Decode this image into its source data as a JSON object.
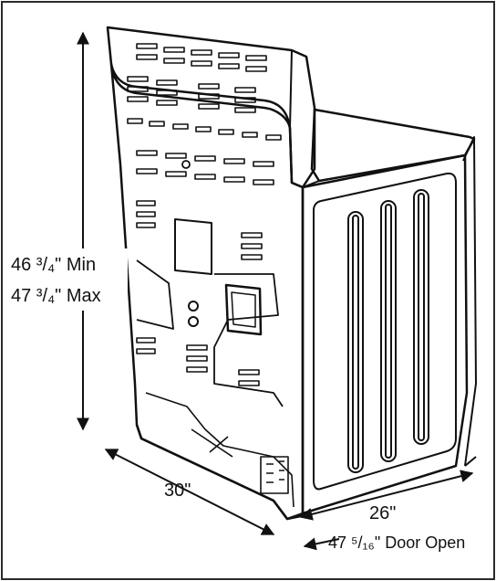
{
  "dimensions": {
    "height_min": "46 ³/₄\" Min",
    "height_max": "47 ³/₄\" Max",
    "width": "30\"",
    "depth": "26\"",
    "depth_door_open": "47 ⁵/₁₆\" Door Open"
  },
  "colors": {
    "line": "#111111",
    "background": "#ffffff",
    "frame": "#2a2a2a"
  }
}
